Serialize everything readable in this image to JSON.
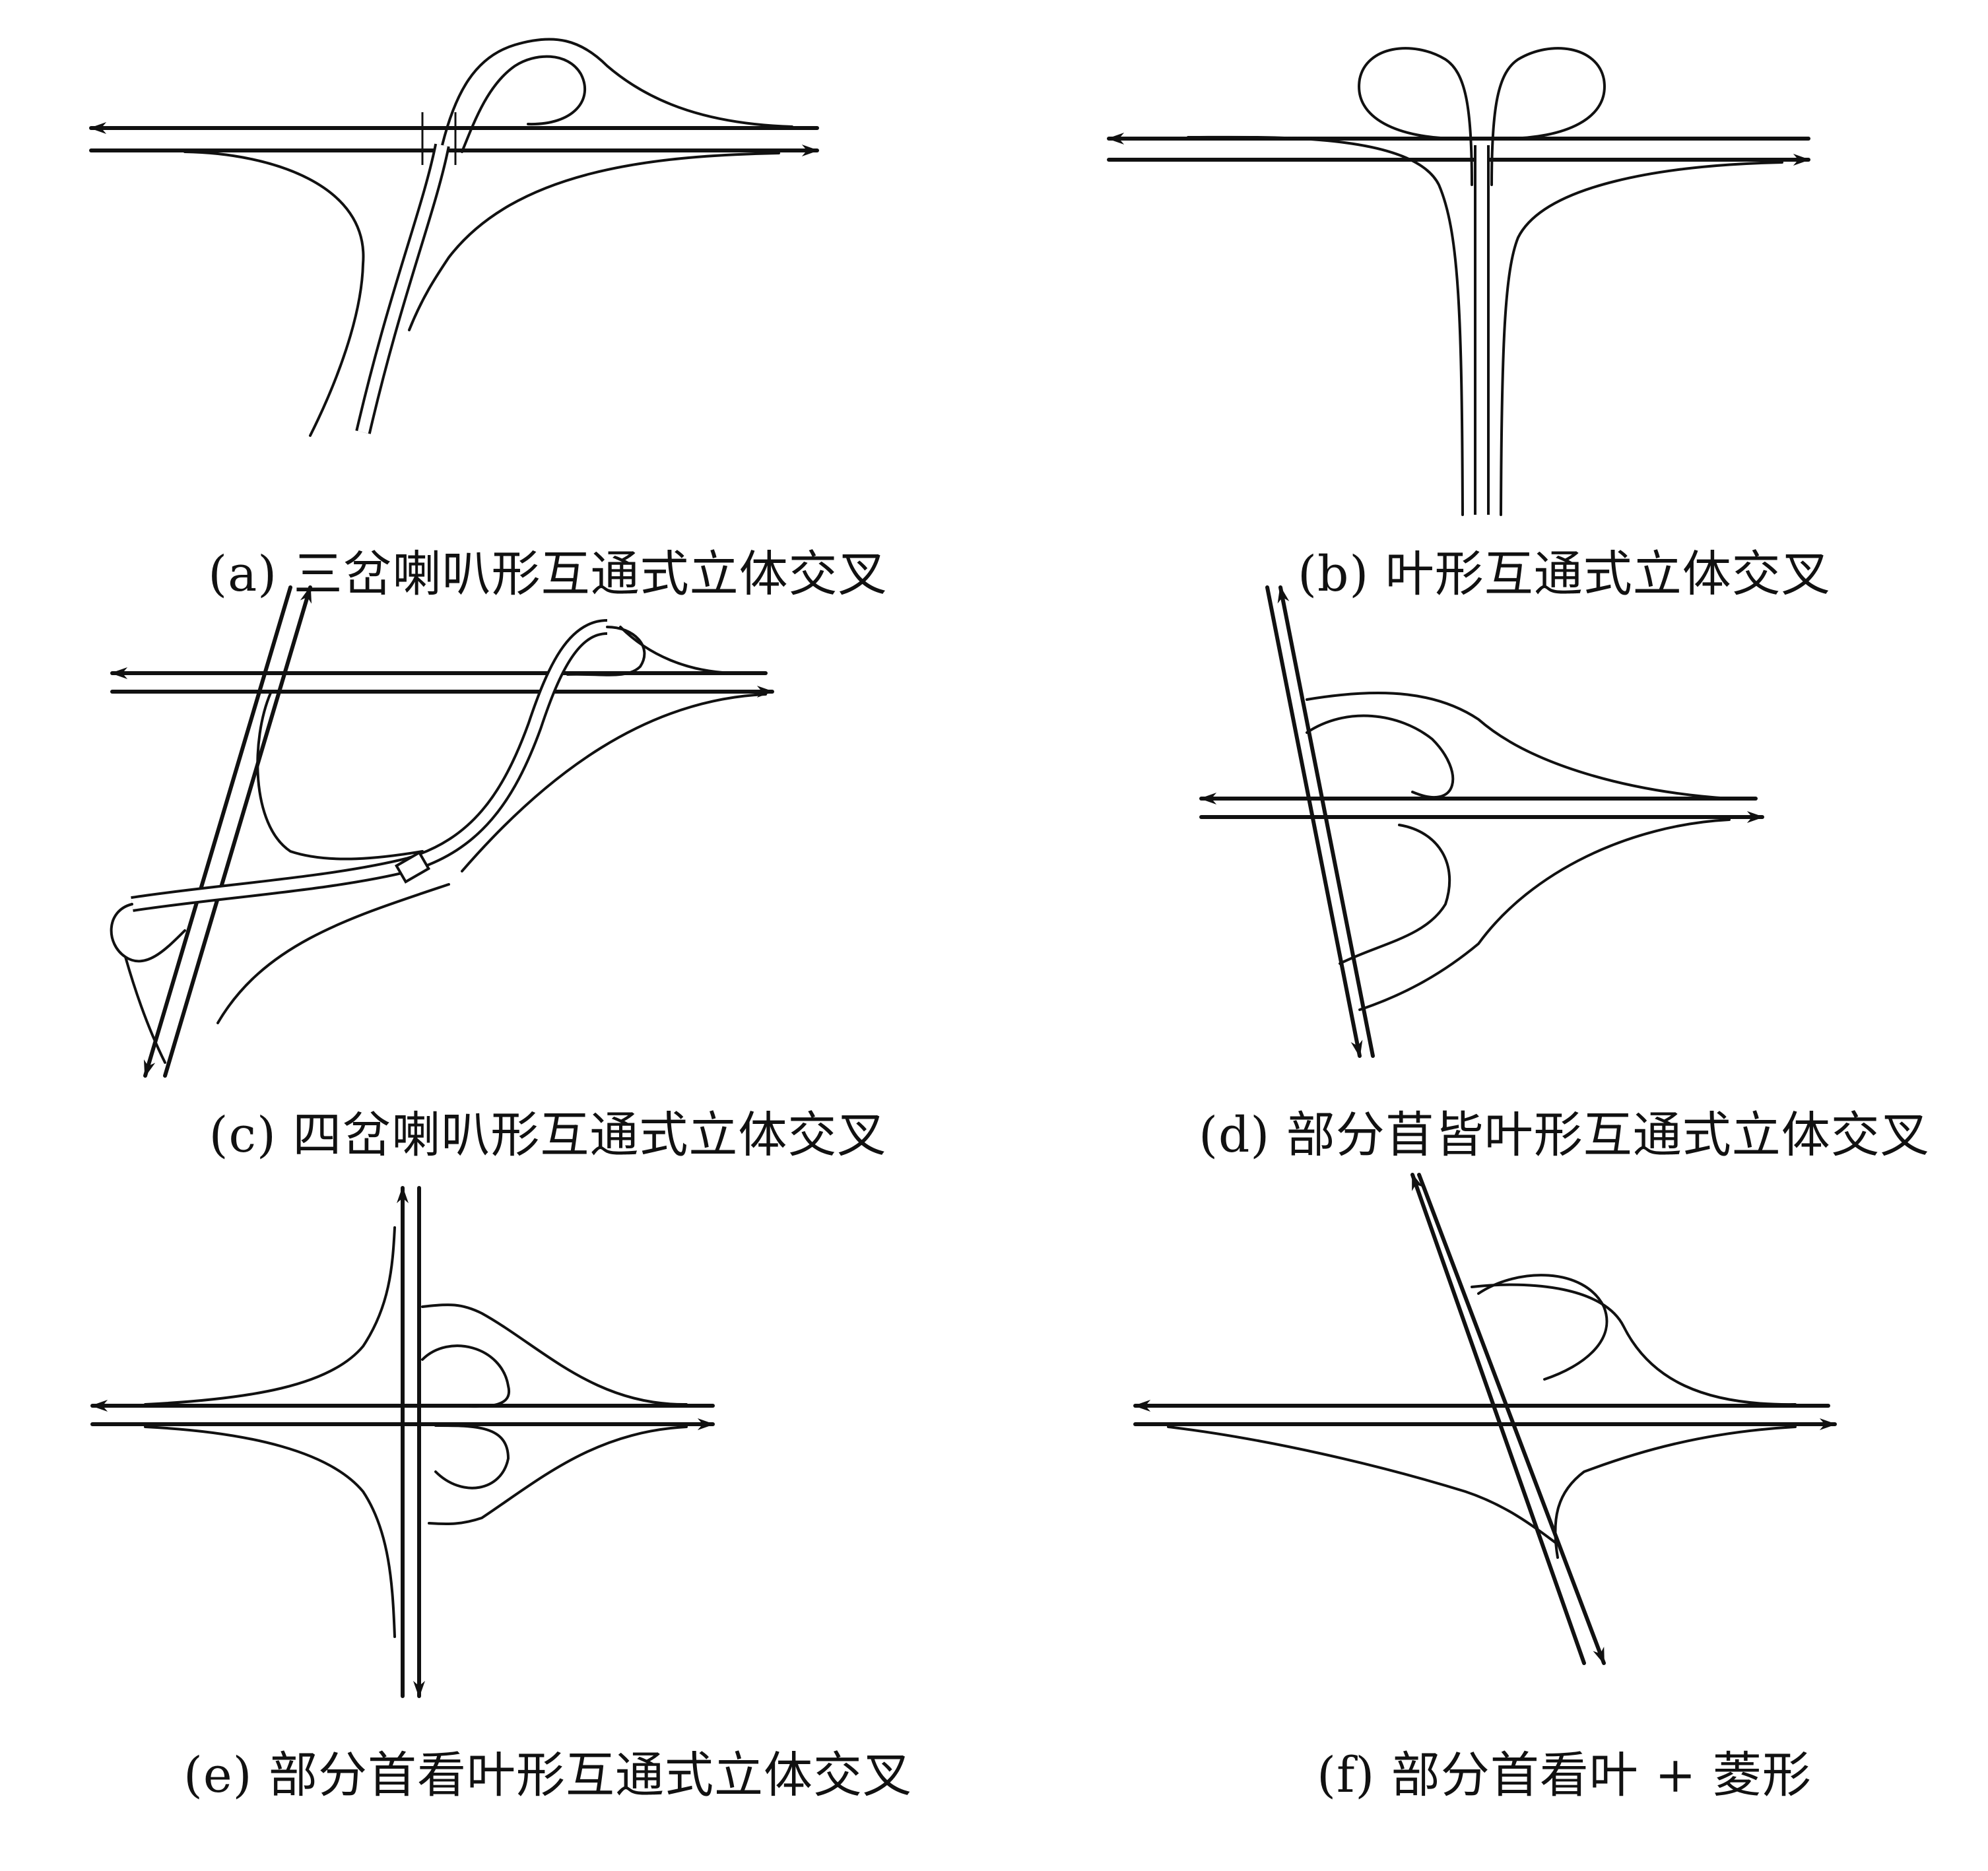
{
  "panels": [
    {
      "id": "a",
      "caption": "(a) 三岔喇叭形互通式立体交叉"
    },
    {
      "id": "b",
      "caption": "(b) 叶形互通式立体交叉"
    },
    {
      "id": "c",
      "caption": "(c) 四岔喇叭形互通式立体交叉"
    },
    {
      "id": "d",
      "caption": "(d) 部分苜皆叶形互通式立体交叉"
    },
    {
      "id": "e",
      "caption": "(e) 部分首看叶形互通式立体交叉"
    },
    {
      "id": "f",
      "caption": "(f) 部分首看叶 + 菱形"
    }
  ],
  "colors": {
    "line": "#111111",
    "background": "#ffffff"
  }
}
